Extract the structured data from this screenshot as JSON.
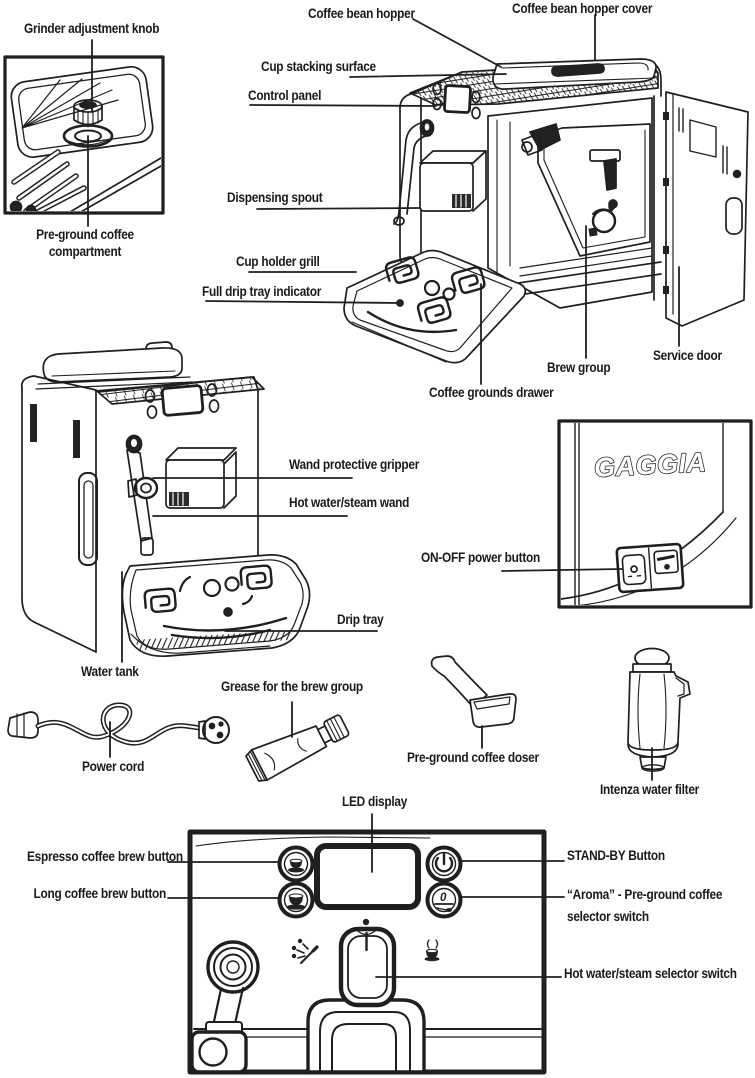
{
  "document": {
    "type": "coffee-machine-parts-diagram",
    "brand": "GAGGIA",
    "colors": {
      "ink": "#1f1f1f",
      "background": "#ffffff"
    }
  },
  "panel_icons": {
    "aroma_zero": "0"
  },
  "labels": {
    "grinder_adjustment_knob": "Grinder adjustment knob",
    "pre_ground_coffee_compartment": "Pre-ground coffee compartment",
    "coffee_bean_hopper": "Coffee bean hopper",
    "coffee_bean_hopper_cover": "Coffee bean hopper cover",
    "cup_stacking_surface": "Cup stacking surface",
    "control_panel": "Control panel",
    "dispensing_spout": "Dispensing spout",
    "cup_holder_grill": "Cup holder grill",
    "full_drip_tray_indicator": "Full drip tray indicator",
    "coffee_grounds_drawer": "Coffee grounds drawer",
    "brew_group": "Brew group",
    "service_door": "Service door",
    "wand_protective_gripper": "Wand protective gripper",
    "hot_water_steam_wand": "Hot water/steam wand",
    "on_off_power_button": "ON-OFF power button",
    "drip_tray": "Drip tray",
    "water_tank": "Water tank",
    "grease_for_the_brew_group": "Grease for the brew group",
    "power_cord": "Power cord",
    "pre_ground_coffee_doser": "Pre-ground coffee doser",
    "intenza_water_filter": "Intenza water filter",
    "led_display": "LED display",
    "espresso_coffee_brew_button": "Espresso coffee brew button",
    "long_coffee_brew_button": "Long coffee brew button",
    "stand_by_button": "STAND-BY Button",
    "aroma_pre_ground_selector_switch": "“Aroma” - Pre-ground coffee selector switch",
    "hot_water_steam_selector_switch": "Hot water/steam selector switch"
  }
}
